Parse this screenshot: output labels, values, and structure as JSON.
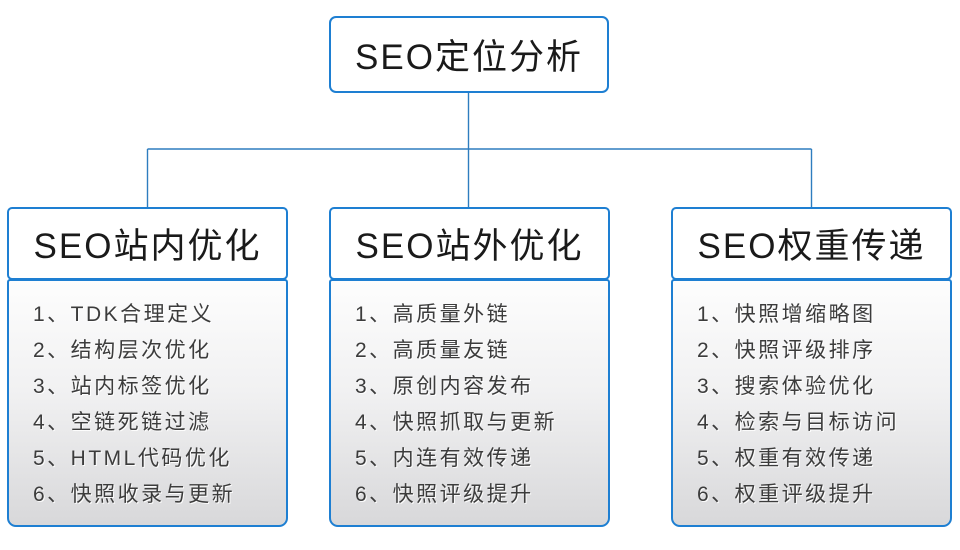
{
  "root": {
    "title": "SEO定位分析"
  },
  "columns": [
    {
      "title": "SEO站内优化",
      "items": [
        "1、TDK合理定义",
        "2、结构层次优化",
        "3、站内标签优化",
        "4、空链死链过滤",
        "5、HTML代码优化",
        "6、快照收录与更新"
      ]
    },
    {
      "title": "SEO站外优化",
      "items": [
        "1、高质量外链",
        "2、高质量友链",
        "3、原创内容发布",
        "4、快照抓取与更新",
        "5、内连有效传递",
        "6、快照评级提升"
      ]
    },
    {
      "title": "SEO权重传递",
      "items": [
        "1、快照增缩略图",
        "2、快照评级排序",
        "3、搜索体验优化",
        "4、检索与目标访问",
        "5、权重有效传递",
        "6、权重评级提升"
      ]
    }
  ],
  "colors": {
    "accent": "#1e7fd2",
    "connector": "#2e7dbf",
    "panel_top": "#fdfdfd",
    "panel_bottom": "#d8d8da",
    "title_text": "#1a1a1a",
    "item_text": "#3c3c3c",
    "canvas_bg": "#ffffff"
  }
}
